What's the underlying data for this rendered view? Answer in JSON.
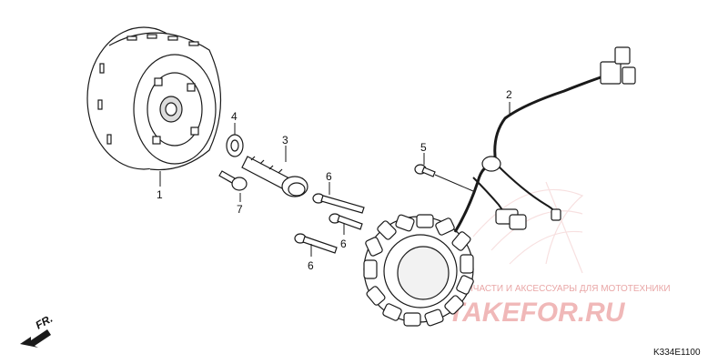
{
  "callouts": {
    "p1": "1",
    "p2": "2",
    "p3": "3",
    "p4": "4",
    "p5": "5",
    "p6a": "6",
    "p6b": "6",
    "p6c": "6",
    "p7": "7"
  },
  "direction_label": "FR.",
  "diagram_code": "K334E1100",
  "watermark": {
    "tagline": "ЗАПЧАСТИ И АКСЕССУАРЫ ДЛЯ МОТОТЕХНИКИ",
    "site": "TAKEFOR.RU"
  },
  "colors": {
    "line": "#1a1a1a",
    "watermark": "#e9a7a7",
    "background": "#ffffff"
  }
}
